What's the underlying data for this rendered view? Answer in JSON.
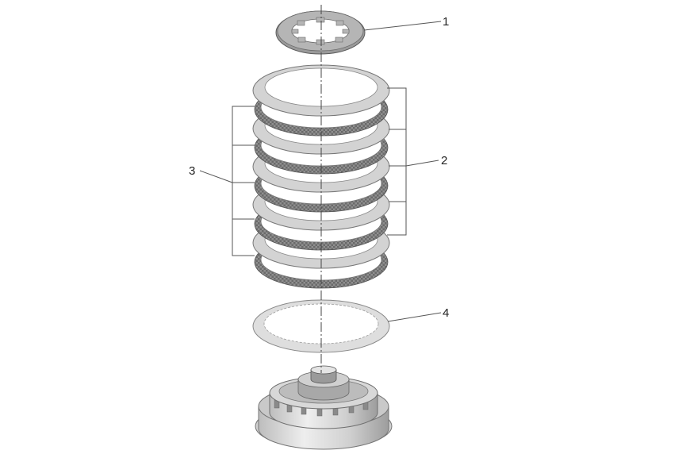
{
  "colors": {
    "background": "#ffffff",
    "plate_fill": "#cfcfcf",
    "plate_stroke": "#8a8a8a",
    "friction_dark": "#6a6a6a",
    "friction_mid": "#9a9a9a",
    "housing_light": "#e2e2e2",
    "housing_mid": "#bdbdbd",
    "housing_dark": "#7d7d7d",
    "line": "#555555"
  },
  "callouts": [
    {
      "id": "1",
      "label": "1"
    },
    {
      "id": "2",
      "label": "2"
    },
    {
      "id": "3",
      "label": "3"
    },
    {
      "id": "4",
      "label": "4"
    }
  ]
}
